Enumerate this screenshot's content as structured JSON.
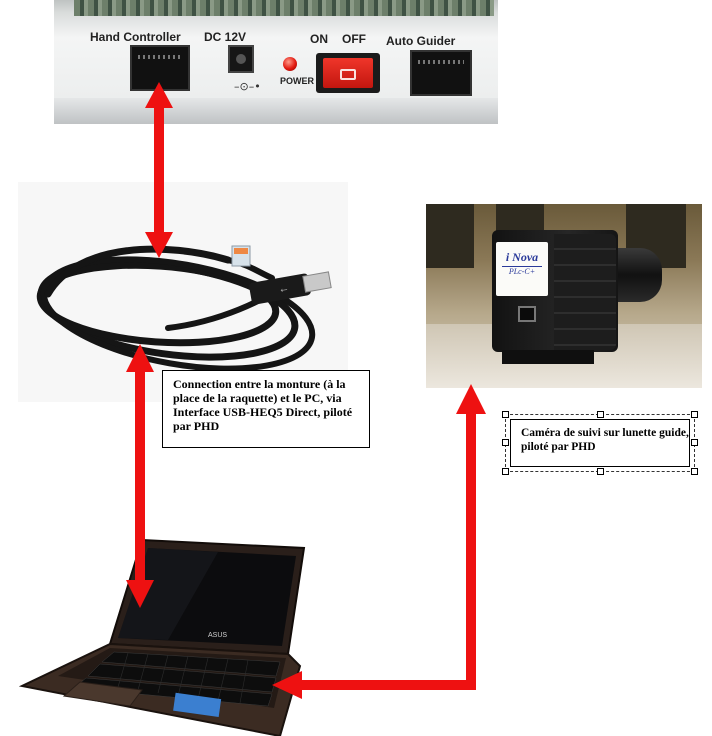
{
  "mount_panel": {
    "hand_controller_label": "Hand Controller",
    "dc_label": "DC 12V",
    "polarity_symbol": "–⊙–•",
    "power_label": "POWER",
    "on_label": "ON",
    "off_label": "OFF",
    "auto_guider_label": "Auto Guider"
  },
  "camera": {
    "brand": "i Nova",
    "model": "PLc-C+"
  },
  "laptop": {
    "brand": "ASUS"
  },
  "captions": {
    "cable": "Connection entre la monture (à la place de la raquette) et le PC, via Interface USB-HEQ5 Direct, piloté par PHD",
    "camera": "Caméra de suivi sur lunette guide, piloté par PHD"
  },
  "colors": {
    "arrow": "#ee1111",
    "caption_border": "#000000"
  }
}
